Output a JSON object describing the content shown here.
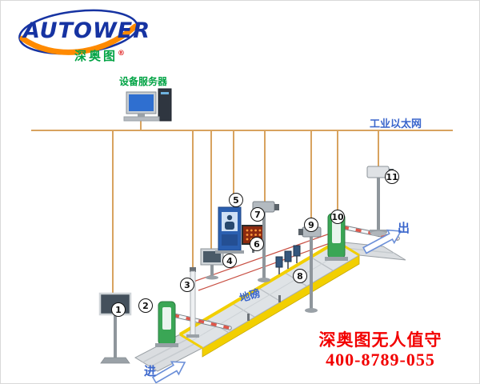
{
  "logo": {
    "brand": "AUTOWER",
    "sub_cn": "深奥图",
    "reg_mark": "®"
  },
  "server": {
    "label": "设备服务器"
  },
  "network": {
    "label": "工业以太网"
  },
  "scale": {
    "label": "地磅"
  },
  "flow": {
    "in": "进",
    "out": "出"
  },
  "footer": {
    "line1": "深奥图无人值守",
    "line2": "400-8789-055"
  },
  "markers": [
    "1",
    "2",
    "3",
    "4",
    "5",
    "6",
    "7",
    "8",
    "9",
    "10",
    "11"
  ],
  "colors": {
    "line-color": "#d8a35f",
    "label-blue": "#3a66cc",
    "logo-blue": "#1633a2",
    "logo-green": "#00a344",
    "accent-red": "#f20000",
    "barrier-green": "#3aa655",
    "bridge-yellow": "#f2cf00"
  }
}
